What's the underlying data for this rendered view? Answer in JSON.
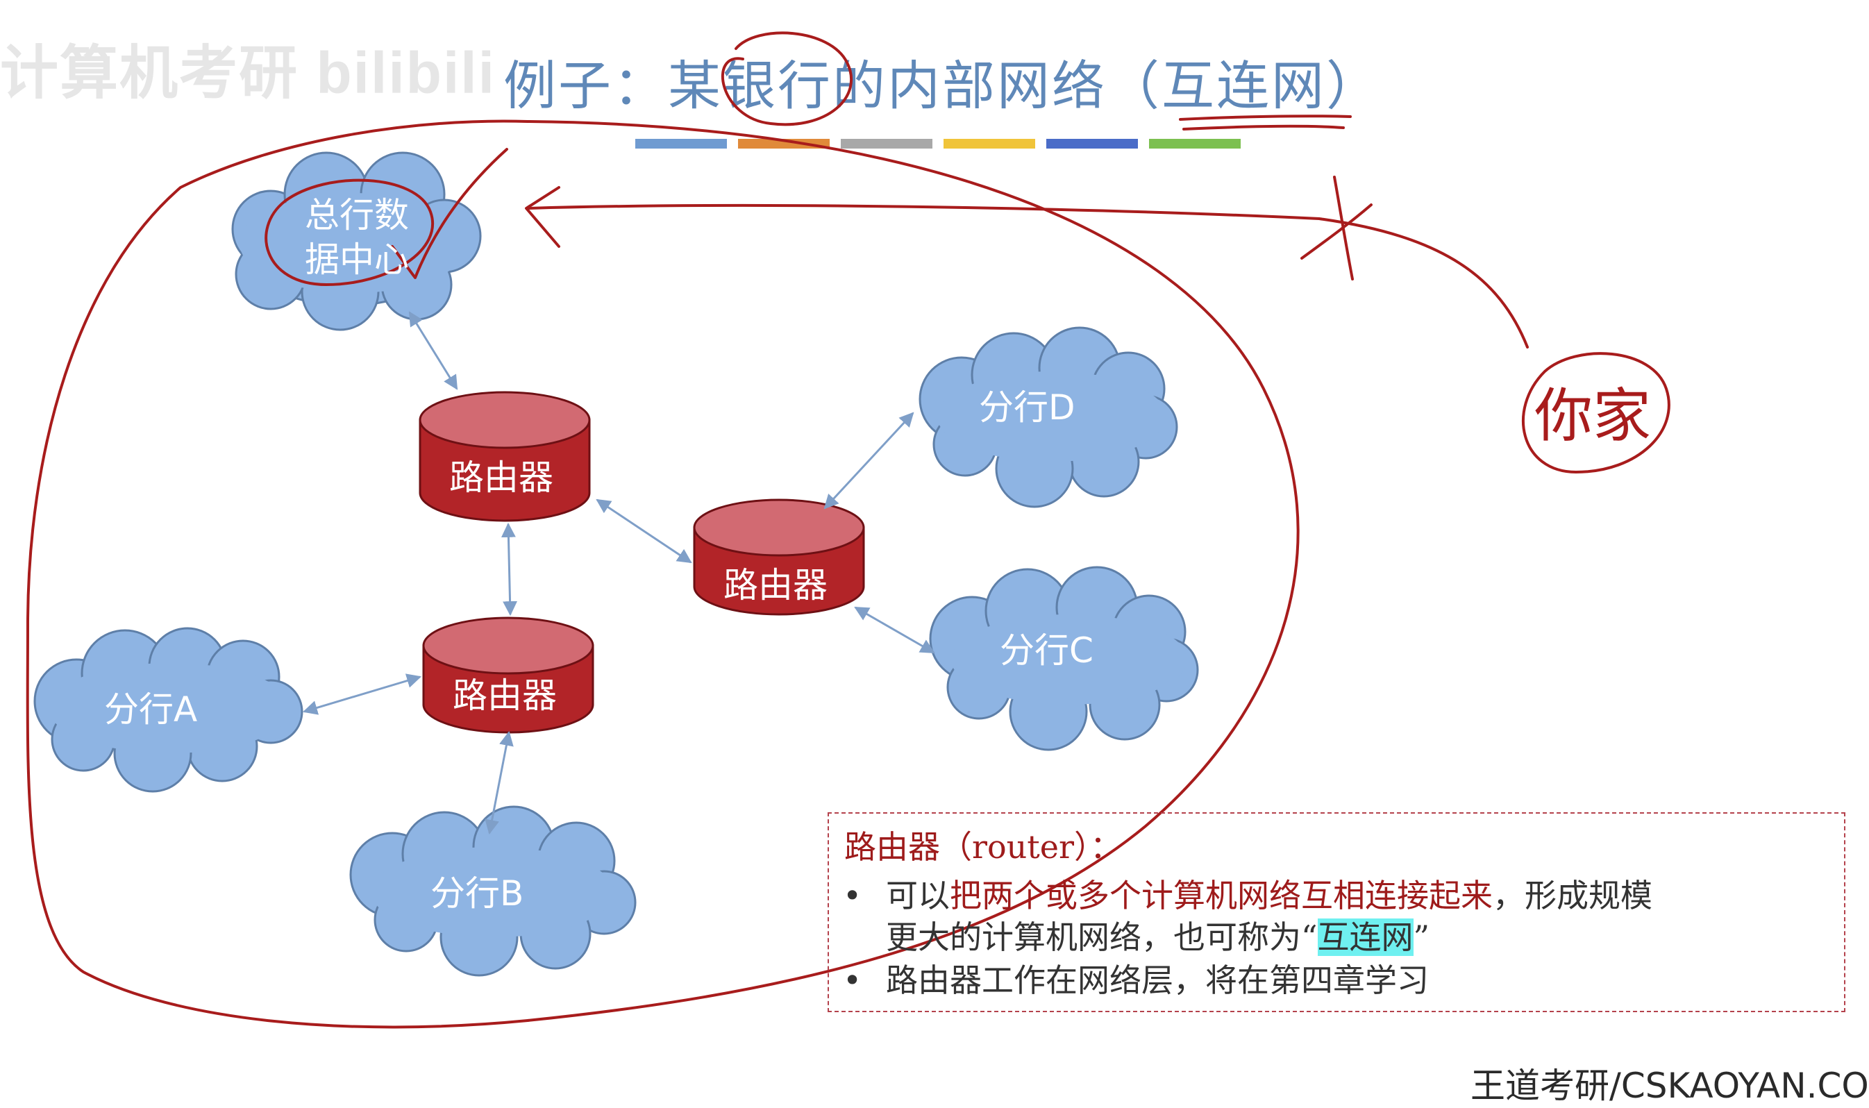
{
  "watermark": "计算机考研 bilibili",
  "title": "例子：某银行的内部网络（互连网）",
  "color_bars": [
    "#6f9bd1",
    "#e08a3a",
    "#a8a8a8",
    "#f0c43a",
    "#4a6cc8",
    "#7cc050"
  ],
  "nodes": {
    "hq_line1": "总行数",
    "hq_line2": "据中心",
    "branch_a": "分行A",
    "branch_b": "分行B",
    "branch_c": "分行C",
    "branch_d": "分行D",
    "router_1": "路由器",
    "router_2": "路由器",
    "router_3": "路由器"
  },
  "handwriting": {
    "home_label": "你家"
  },
  "note": {
    "title": "路由器（router）：",
    "item1_pre": "可以",
    "item1_hl": "把两个或多个计算机网络互相连接起来",
    "item1_post": "，形成规模",
    "item1_line2_pre": "更大的计算机网络，也可称为“",
    "item1_line2_hl": "互连网",
    "item1_line2_post": "”",
    "item2": "路由器工作在网络层，将在第四章学习"
  },
  "footer": "王道考研/CSKAOYAN.COM",
  "colors": {
    "cloud_fill": "#8eb4e3",
    "router_fill": "#b22428",
    "router_top": "#d26a72",
    "annotation": "#a81c1c",
    "title": "#5f88b8"
  }
}
